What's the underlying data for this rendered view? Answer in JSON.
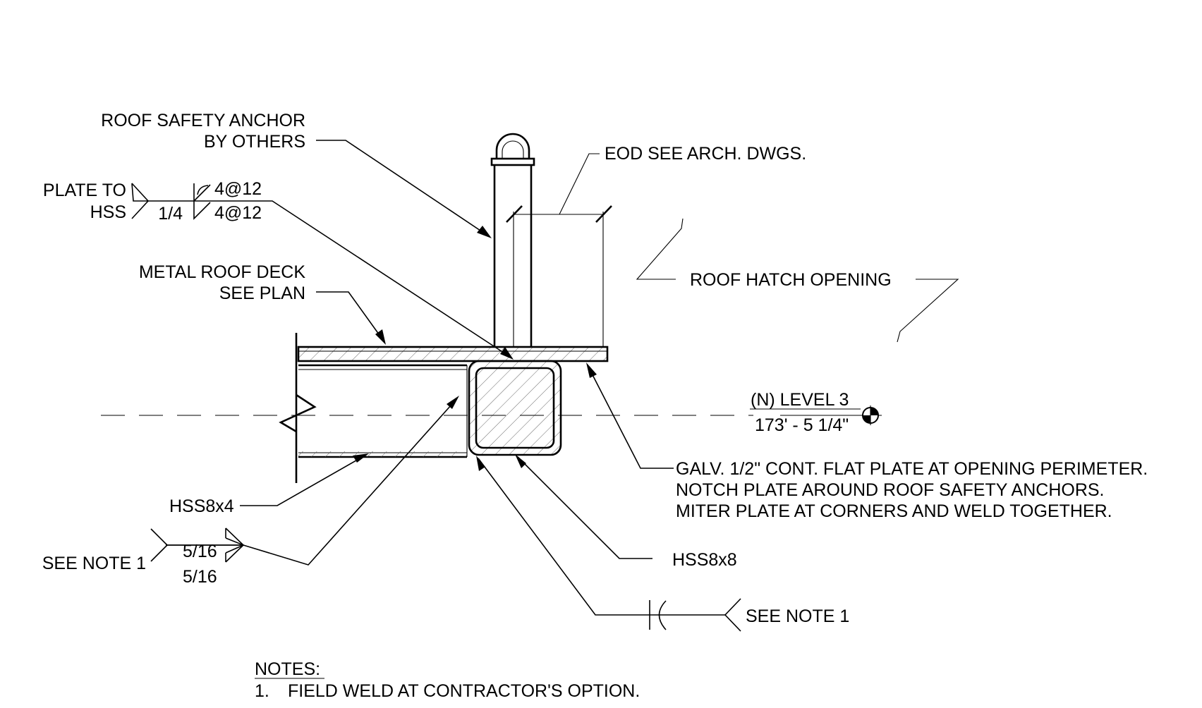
{
  "labels": {
    "roof_anchor_line1": "ROOF SAFETY ANCHOR",
    "roof_anchor_line2": "BY OTHERS",
    "plate_to_line1": "PLATE TO",
    "plate_to_line2": "HSS",
    "weld_top_size": "1/4",
    "weld_top_pitch_a": "4@12",
    "weld_top_pitch_b": "4@12",
    "eod": "EOD SEE ARCH. DWGS.",
    "roof_deck_line1": "METAL ROOF DECK",
    "roof_deck_line2": "SEE PLAN",
    "roof_hatch": "ROOF HATCH OPENING",
    "level_name": "(N) LEVEL 3",
    "level_elev": "173' - 5 1/4\"",
    "galv_line1": "GALV. 1/2\" CONT. FLAT PLATE AT OPENING PERIMETER.",
    "galv_line2": "NOTCH PLATE AROUND ROOF SAFETY ANCHORS.",
    "galv_line3": "MITER PLATE AT CORNERS AND WELD TOGETHER.",
    "hss8x4": "HSS8x4",
    "hss8x8": "HSS8x8",
    "see_note_left": "SEE NOTE 1",
    "weld_left_top": "5/16",
    "weld_left_bottom": "5/16",
    "see_note_right": "SEE NOTE 1"
  },
  "notes": {
    "heading": "NOTES:",
    "items": [
      {
        "num": "1.",
        "text": "FIELD WELD AT CONTRACTOR'S OPTION."
      }
    ]
  }
}
